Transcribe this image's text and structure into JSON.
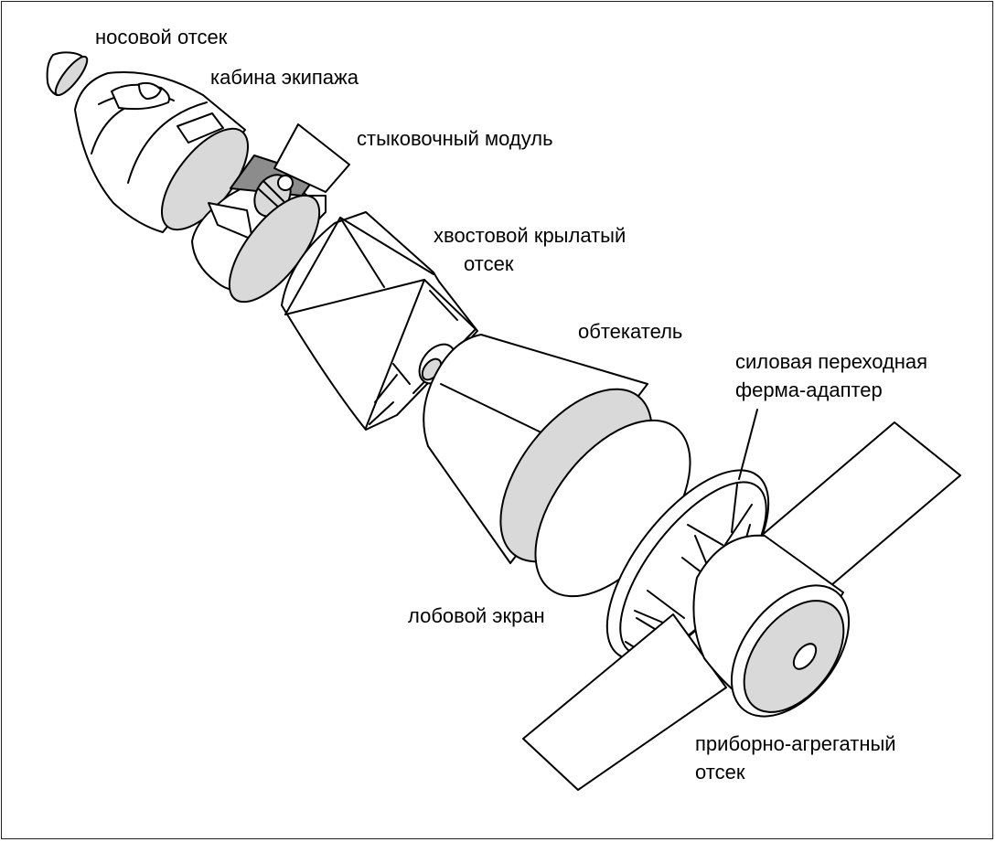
{
  "diagram": {
    "colors": {
      "stroke": "#000000",
      "fill_white": "#ffffff",
      "fill_gray": "#d9d9d9",
      "fill_dark": "#8c8c8c"
    },
    "labels": {
      "nose": "носовой отсек",
      "cabin": "кабина экипажа",
      "docking": "стыковочный модуль",
      "tail_line1": "хвостовой крылатый",
      "tail_line2": "отсек",
      "fairing": "обтекатель",
      "truss_line1": "силовая переходная",
      "truss_line2": "ферма-адаптер",
      "heatshield": "лобовой экран",
      "service_line1": "приборно-агрегатный",
      "service_line2": "отсек"
    }
  }
}
